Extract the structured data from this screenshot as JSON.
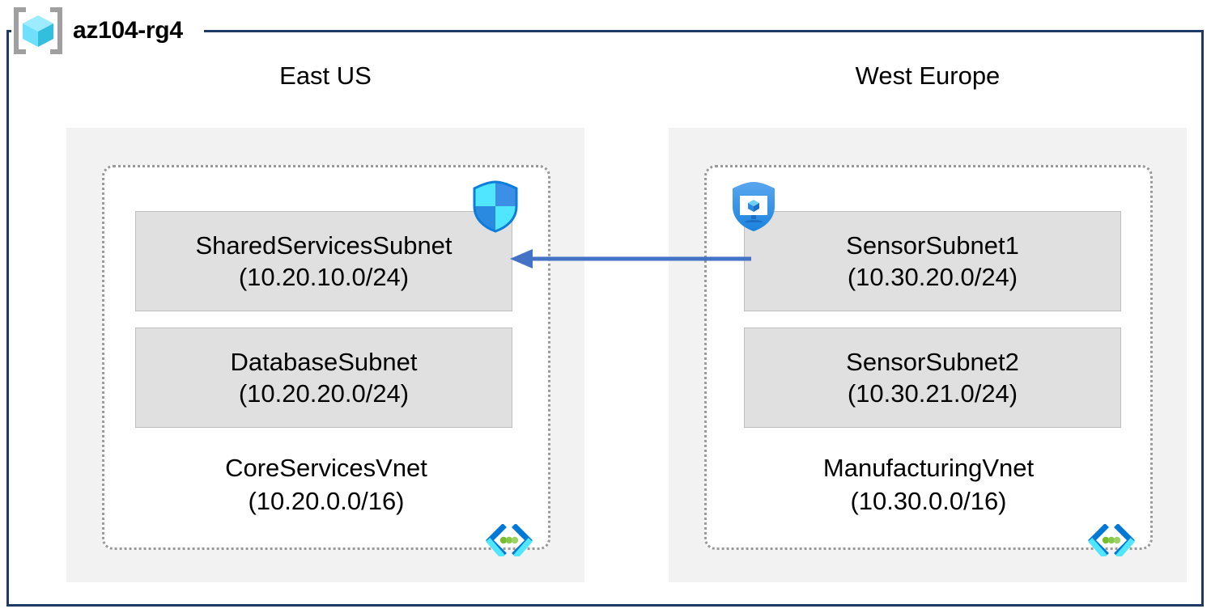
{
  "resource_group": {
    "name": "az104-rg4",
    "icon": "resource-group-cube-icon",
    "frame_color": "#1f3864"
  },
  "colors": {
    "region_fill": "#f2f2f2",
    "subnet_fill": "#e0e0e0",
    "subnet_border": "#bfbfbf",
    "vnet_border": "#999999",
    "arrow": "#4472c4",
    "azure_blue": "#0078d4",
    "azure_cyan": "#50e6ff",
    "vnet_icon_green": "#76bc2d"
  },
  "regions": [
    {
      "label": "East US",
      "vnet": {
        "name": "CoreServicesVnet",
        "cidr": "(10.20.0.0/16)",
        "icon": "virtual-network-icon",
        "subnets": [
          {
            "name": "SharedServicesSubnet",
            "cidr": "(10.20.10.0/24)",
            "badge_icon": "network-security-group-shield-icon"
          },
          {
            "name": "DatabaseSubnet",
            "cidr": "(10.20.20.0/24)",
            "badge_icon": null
          }
        ]
      }
    },
    {
      "label": "West Europe",
      "vnet": {
        "name": "ManufacturingVnet",
        "cidr": "(10.30.0.0/16)",
        "icon": "virtual-network-icon",
        "subnets": [
          {
            "name": "SensorSubnet1",
            "cidr": "(10.30.20.0/24)",
            "badge_icon": "defender-for-cloud-shield-monitor-icon"
          },
          {
            "name": "SensorSubnet2",
            "cidr": "(10.30.21.0/24)",
            "badge_icon": null
          }
        ]
      }
    }
  ],
  "connection": {
    "name": "vnet-peering-arrow",
    "direction": "right-to-left",
    "label": ""
  }
}
